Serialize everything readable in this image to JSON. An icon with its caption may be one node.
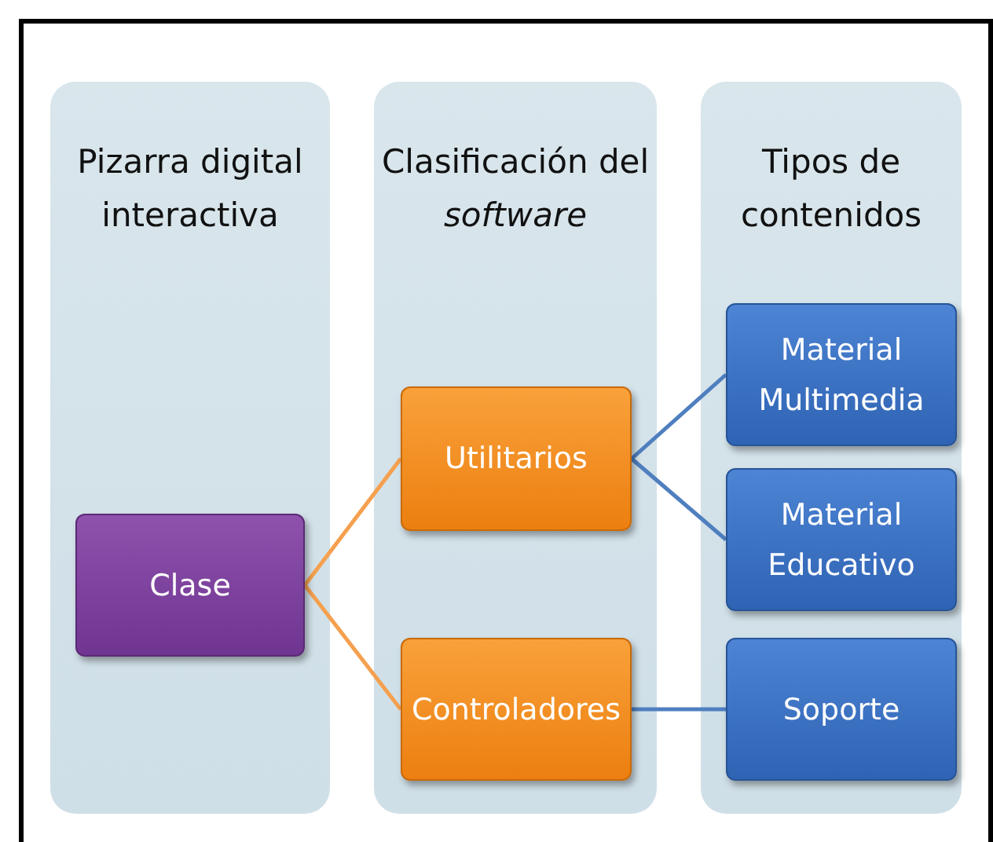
{
  "diagram": {
    "nodes": [
      {
        "text": [
          "Pizarra digital interactiva"
        ]
      },
      {
        "text": [
          "Clasificación del *software*"
        ]
      },
      {
        "text": [
          "Tipos de contenidos"
        ]
      },
      {
        "text": [
          "Clase"
        ],
        "in": 0
      },
      {
        "text": [
          "Utilitarios"
        ],
        "in": 1
      },
      {
        "text": [
          "Controladores"
        ],
        "in": 1
      },
      {
        "text": [
          "Material Multimedia"
        ],
        "in": 2
      },
      {
        "text": [
          "Material Educativo"
        ],
        "in": 2
      },
      {
        "text": [
          "Soporte"
        ],
        "in": 2
      }
    ],
    "edges": [
      {
        "from": 3,
        "to": 4,
        "arrow": "none",
        "color": "#f5a04f"
      },
      {
        "from": 3,
        "to": 5,
        "arrow": "none",
        "color": "#f5a04f"
      },
      {
        "from": 4,
        "to": 6,
        "arrow": "none"
      },
      {
        "from": 4,
        "to": 7,
        "arrow": "none"
      },
      {
        "from": 5,
        "to": 8,
        "arrow": "none"
      }
    ]
  }
}
